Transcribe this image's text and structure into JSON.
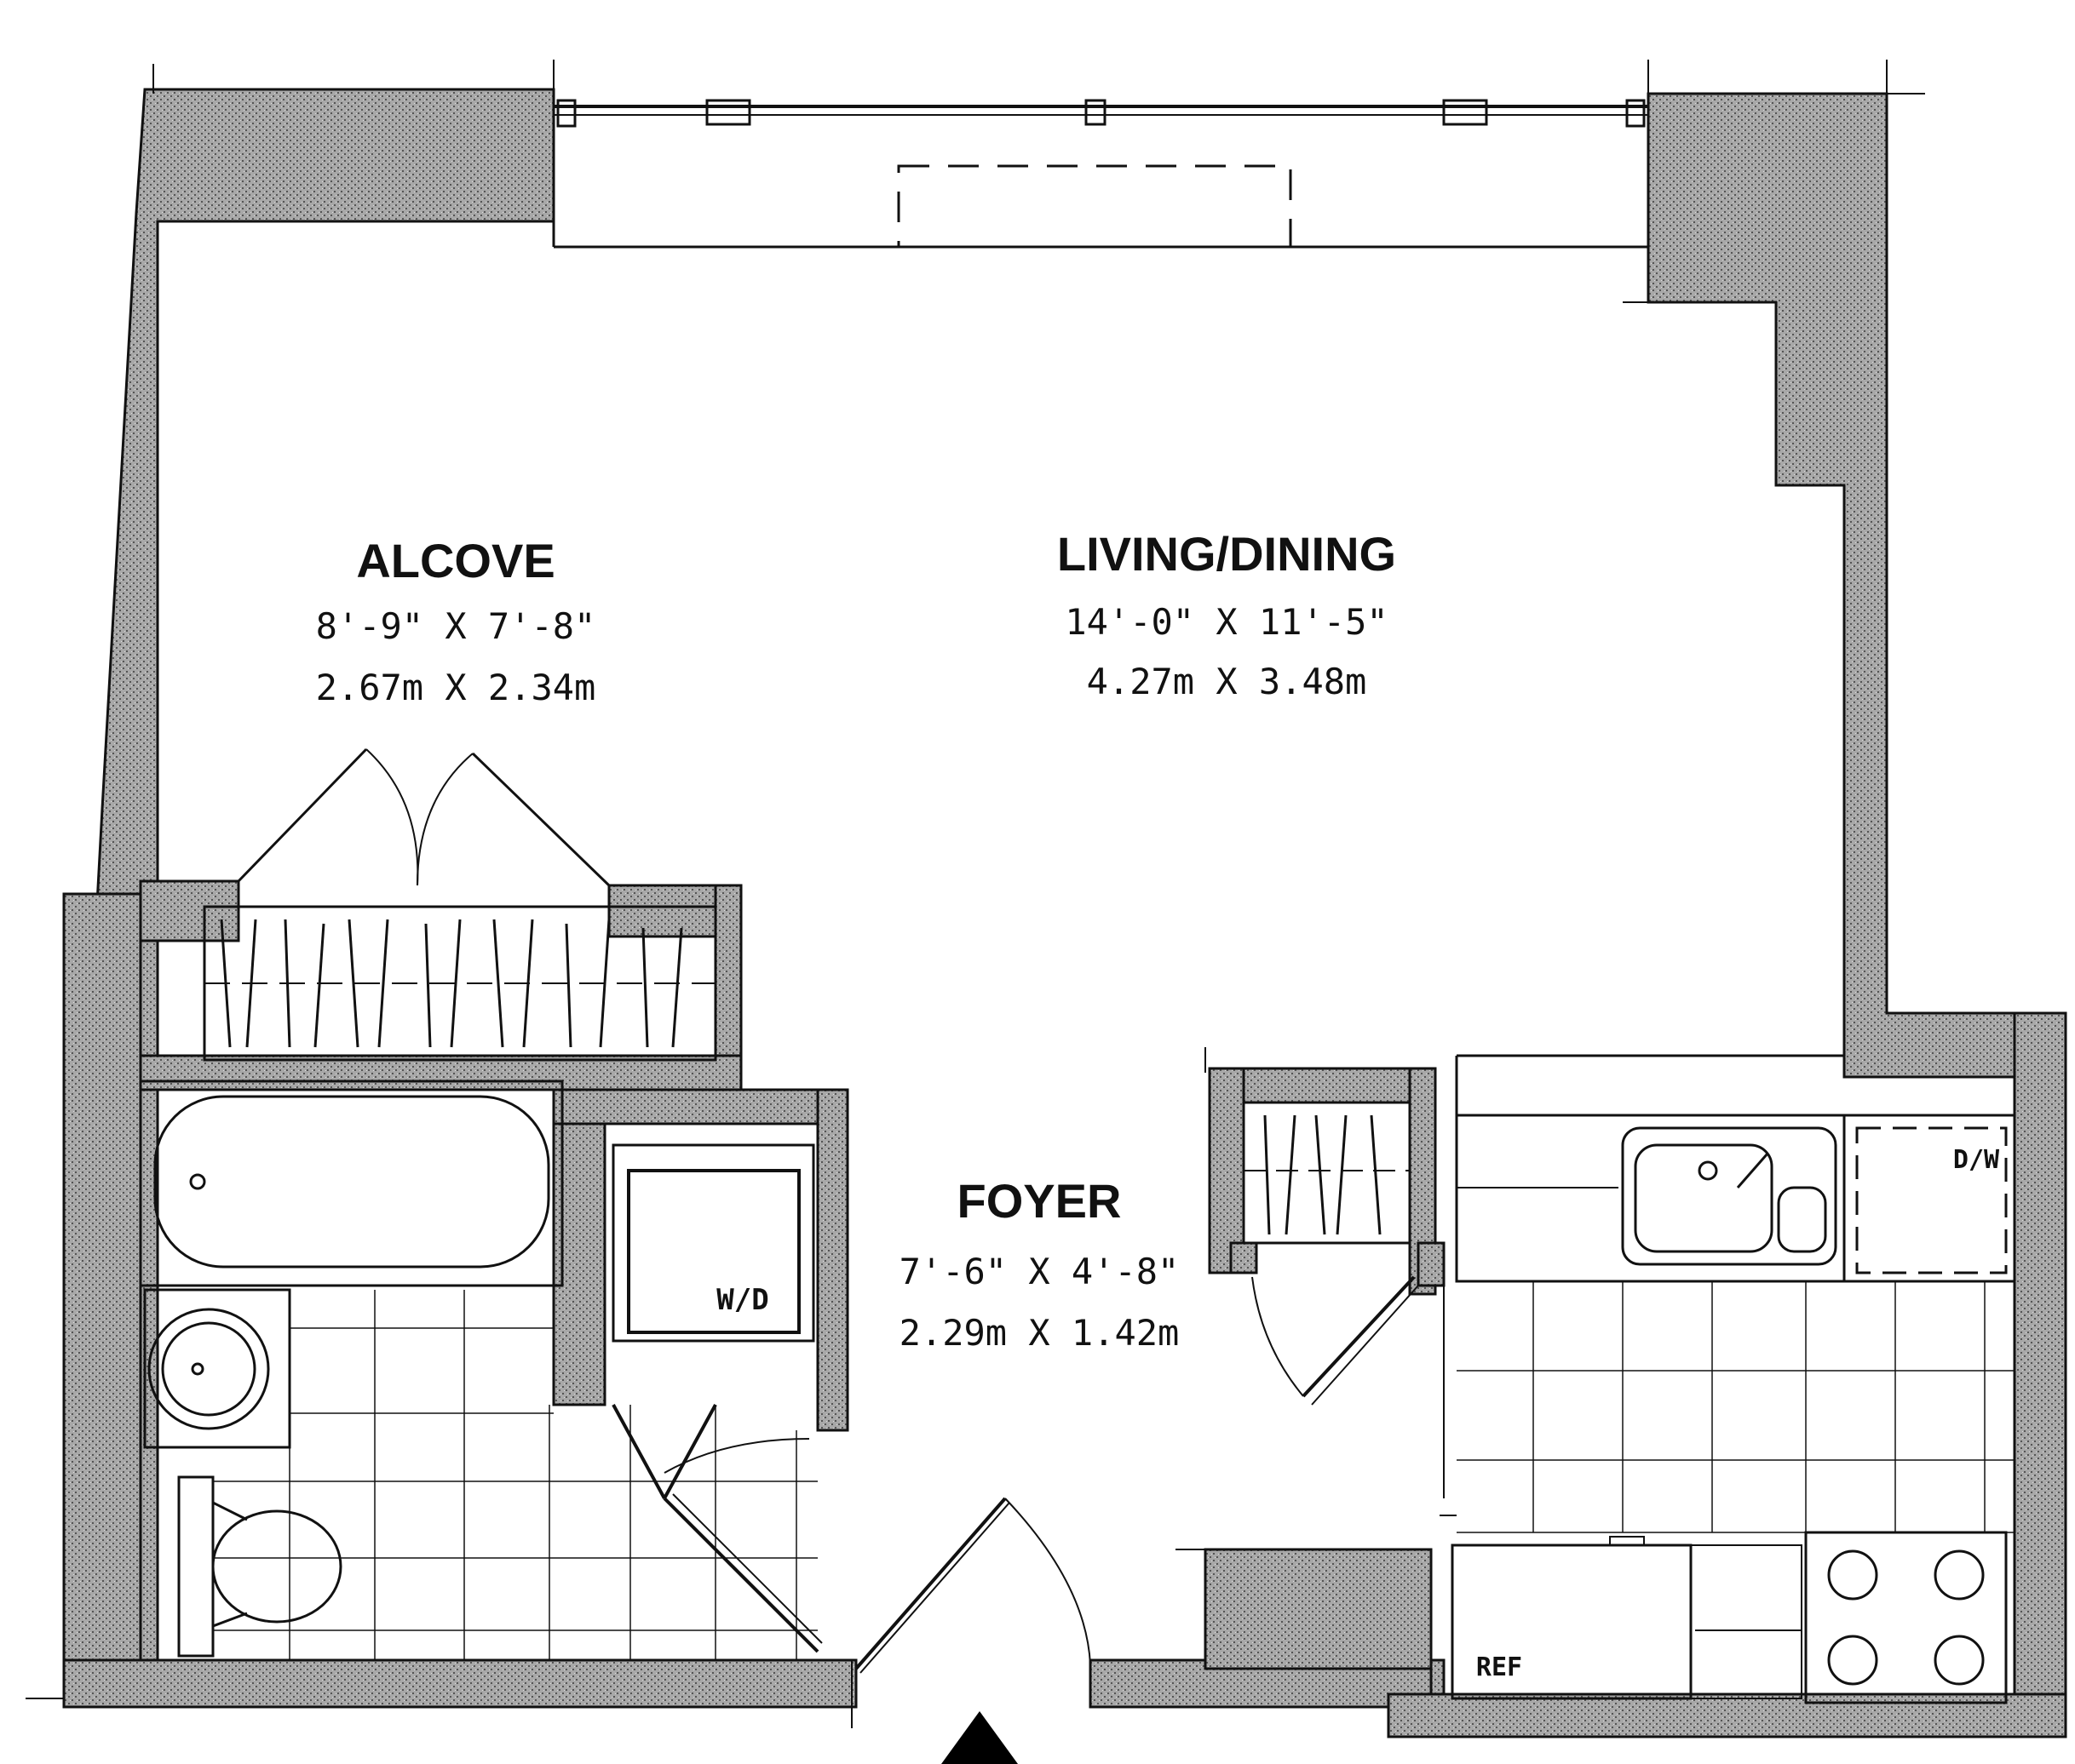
{
  "rooms": {
    "alcove": {
      "name": "ALCOVE",
      "imperial": "8'-9\" X 7'-8\"",
      "metric": "2.67m X 2.34m"
    },
    "living": {
      "name": "LIVING/DINING",
      "imperial": "14'-0\" X 11'-5\"",
      "metric": "4.27m X 3.48m"
    },
    "foyer": {
      "name": "FOYER",
      "imperial": "7'-6\" X 4'-8\"",
      "metric": "2.29m X 1.42m"
    }
  },
  "fixtures": {
    "washer_dryer": "W/D",
    "dishwasher": "D/W",
    "refrigerator": "REF"
  },
  "colors": {
    "wall_fill": "#9a9a9a",
    "line": "#111111",
    "background": "#ffffff"
  },
  "icons": {
    "north_marker": "entry-arrow-icon"
  }
}
